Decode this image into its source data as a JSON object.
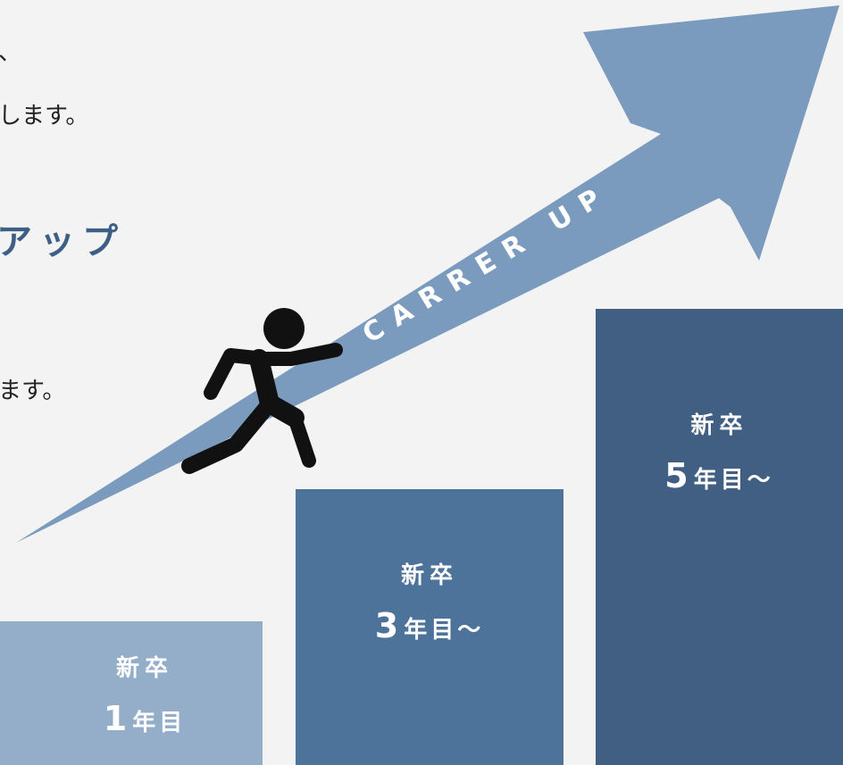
{
  "text": {
    "fragment1": "、",
    "fragment2": "します。",
    "heading": "アップ",
    "fragment3": "ます。"
  },
  "arrow": {
    "label": "CARRER UP",
    "color": "#7a9bbe"
  },
  "steps": [
    {
      "top_label": "新卒",
      "number": "1",
      "suffix": "年目",
      "color": "#94adc8"
    },
    {
      "top_label": "新卒",
      "number": "3",
      "suffix": "年目～",
      "color": "#4e739b"
    },
    {
      "top_label": "新卒",
      "number": "5",
      "suffix": "年目～",
      "color": "#405f83"
    }
  ],
  "icons": [
    "running-person-icon",
    "growth-arrow-icon"
  ]
}
